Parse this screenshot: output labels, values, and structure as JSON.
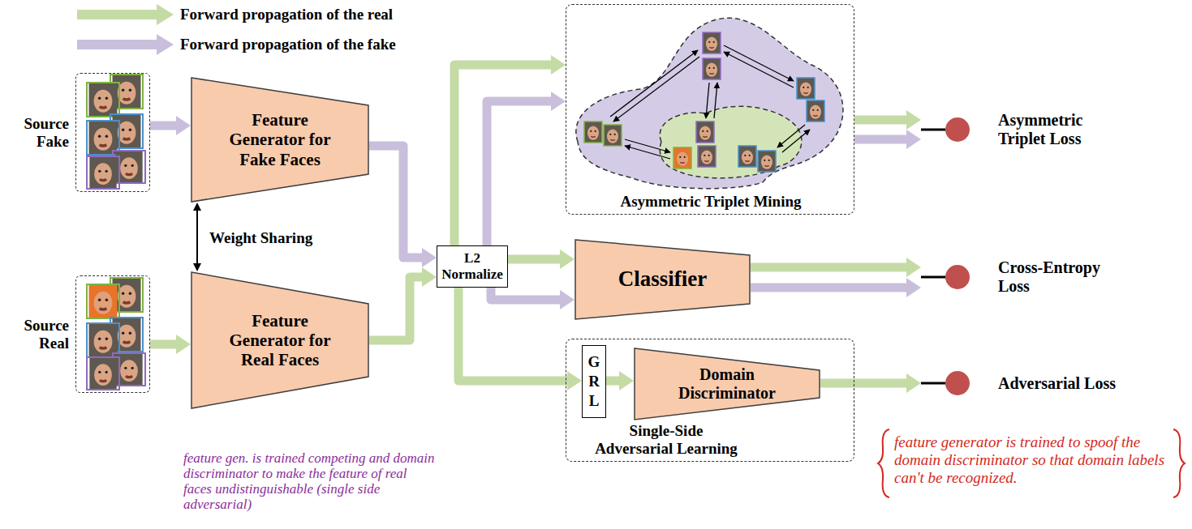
{
  "diagram": {
    "nodes": [
      {
        "text": [
          "Source Fake"
        ]
      },
      {
        "text": [
          "Feature Generator for Fake Faces"
        ]
      },
      {
        "text": [
          "Source Real"
        ]
      },
      {
        "text": [
          "Feature Generator for Real Faces"
        ]
      },
      {
        "text": [
          "L2 Normalize"
        ]
      },
      {
        "text": [
          "Asymmetric Triplet Mining"
        ]
      },
      {
        "text": [
          "Classifier"
        ]
      },
      {
        "text": [
          "Single-Side Adversarial Learning"
        ]
      },
      {
        "text": [
          "GRL"
        ],
        "in": 7
      },
      {
        "text": [
          "Domain Discriminator"
        ],
        "in": 7
      },
      {
        "text": [
          "Asymmetric Triplet Loss"
        ]
      },
      {
        "text": [
          "Cross-Entropy Loss"
        ]
      },
      {
        "text": [
          "Adversarial Loss"
        ]
      }
    ],
    "edges": [
      {
        "from": 0,
        "to": 1,
        "arrow": "to"
      },
      {
        "from": 2,
        "to": 3,
        "arrow": "to"
      },
      {
        "from": 1,
        "to": 3,
        "label": "Weight Sharing",
        "arrow": "both"
      },
      {
        "from": 1,
        "to": 4,
        "arrow": "to"
      },
      {
        "from": 3,
        "to": 4,
        "arrow": "to"
      },
      {
        "from": 4,
        "to": 5,
        "arrow": "to"
      },
      {
        "from": 4,
        "to": 5,
        "arrow": "to"
      },
      {
        "from": 4,
        "to": 6,
        "arrow": "to"
      },
      {
        "from": 4,
        "to": 6,
        "arrow": "to"
      },
      {
        "from": 4,
        "to": 8,
        "arrow": "to"
      },
      {
        "from": 8,
        "to": 9,
        "arrow": "to"
      },
      {
        "from": 5,
        "to": 10,
        "arrow": "to"
      },
      {
        "from": 5,
        "to": 10,
        "arrow": "to"
      },
      {
        "from": 6,
        "to": 11,
        "arrow": "to"
      },
      {
        "from": 6,
        "to": 11,
        "arrow": "to"
      },
      {
        "from": 9,
        "to": 12,
        "arrow": "to"
      }
    ],
    "labels": [
      "feature gen. is trained competing and domain discriminator to make the feature of real faces undistinguishable (single side adversarial)",
      "feature generator is trained to spoof the domain discriminator so that domain labels can't be recognized."
    ],
    "legend": [
      {
        "text": "Forward propagation of the real",
        "color": "#c5dba5"
      },
      {
        "text": "Forward propagation of the fake",
        "color": "#c9bfdc"
      }
    ]
  }
}
